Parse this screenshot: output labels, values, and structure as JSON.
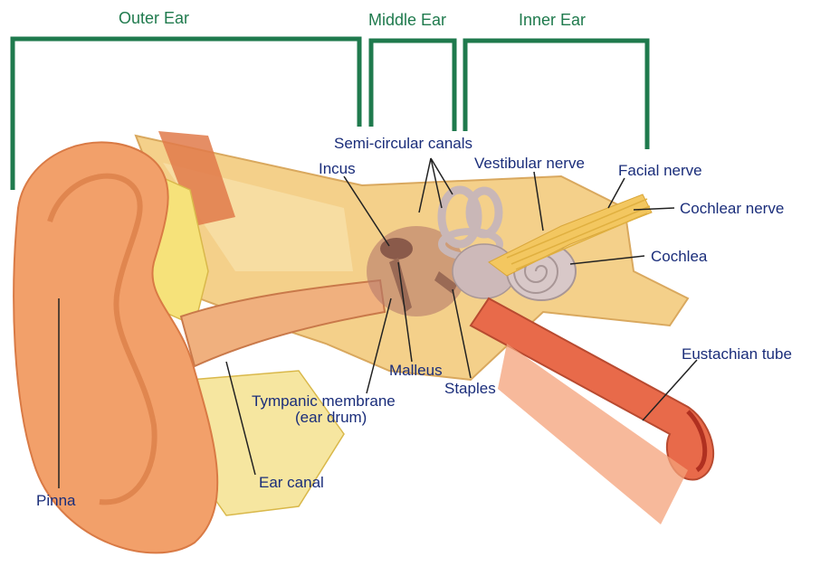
{
  "colors": {
    "bracket": "#1f7a4d",
    "section_text": "#1f7a4d",
    "label_text": "#1a2d7a",
    "leader_line": "#222222",
    "skin": "#f2a06a",
    "skin_dark": "#d97a45",
    "bone": "#f4d08a",
    "fat": "#f6e27a",
    "muscle": "#e07a4a",
    "inner_ear": "#c9b7b7",
    "background": "#ffffff"
  },
  "sections": {
    "outer": "Outer Ear",
    "middle": "Middle Ear",
    "inner": "Inner Ear"
  },
  "labels": {
    "semicircular": "Semi-circular canals",
    "incus": "Incus",
    "vestibular": "Vestibular nerve",
    "facial": "Facial nerve",
    "cochlear_nerve": "Cochlear nerve",
    "cochlea": "Cochlea",
    "eustachian": "Eustachian tube",
    "malleus": "Malleus",
    "staples": "Staples",
    "tympanic_1": "Tympanic membrane",
    "tympanic_2": "(ear drum)",
    "ear_canal": "Ear canal",
    "pinna": "Pinna"
  }
}
